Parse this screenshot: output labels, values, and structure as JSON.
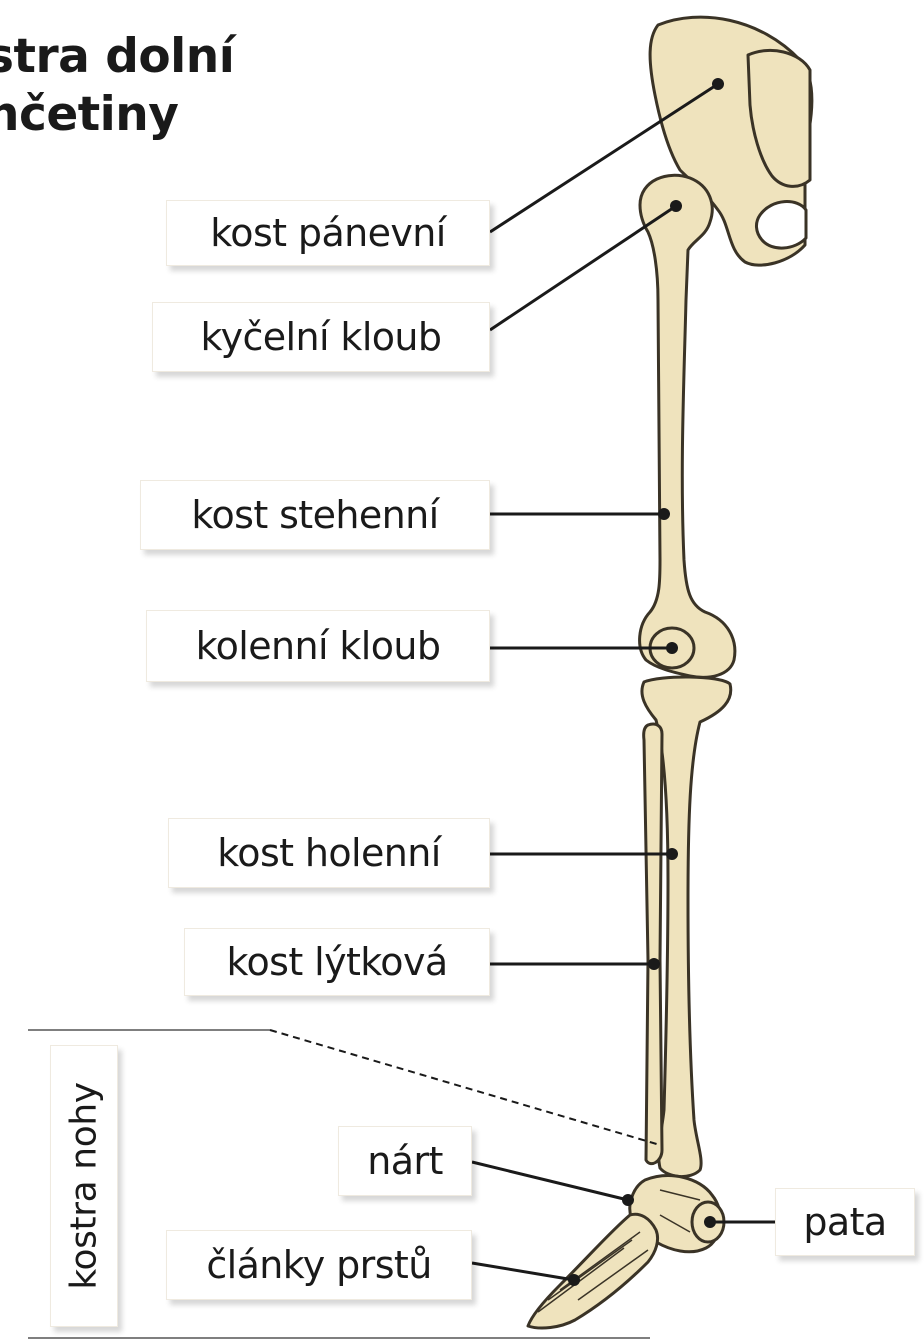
{
  "title": {
    "line1": "stra dolní",
    "line2": "nčetiny"
  },
  "labels": {
    "pelvis": "kost pánevní",
    "hip_joint": "kyčelní kloub",
    "femur": "kost stehenní",
    "knee_joint": "kolenní kloub",
    "tibia": "kost holenní",
    "fibula": "kost lýtková",
    "tarsus": "nárt",
    "phalanges": "články prstů",
    "heel": "pata",
    "foot_skeleton": "kostra nohy"
  },
  "colors": {
    "bone_fill": "#efe3bd",
    "bone_outline": "#3a3326",
    "leader_line": "#1a1a1a",
    "background": "#ffffff"
  }
}
